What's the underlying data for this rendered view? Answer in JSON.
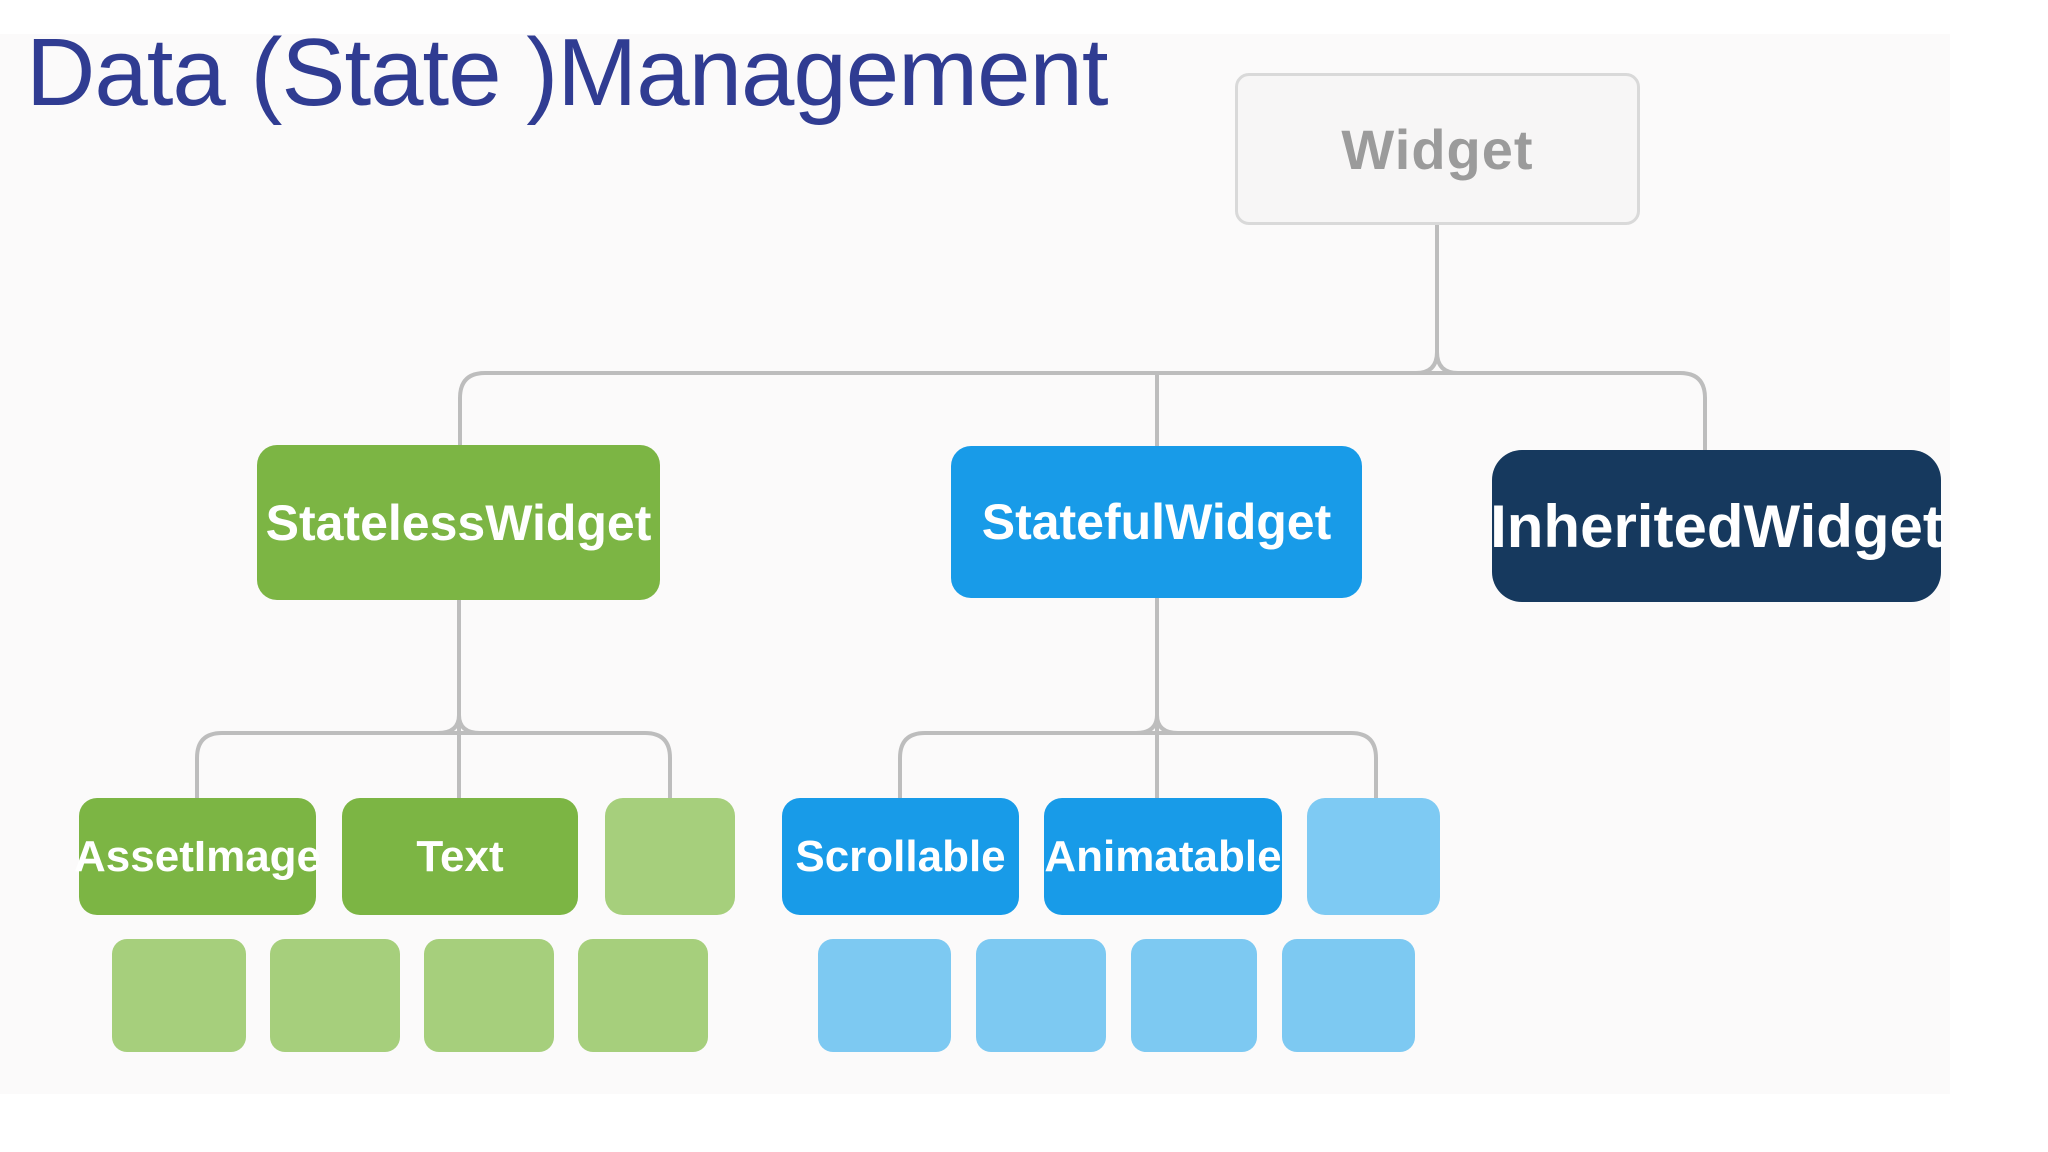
{
  "title": "Data (State )Management",
  "colors": {
    "title_text": "#303c92",
    "root_fill": "#f7f6f6",
    "root_border": "#d9d9d9",
    "root_text": "#9b9b9b",
    "green": "#7cb544",
    "green_light": "#a6cf7c",
    "blue": "#189be8",
    "blue_light": "#7dc9f2",
    "navy": "#16395e",
    "node_text": "#ffffff",
    "connector": "#bdbdbd",
    "slide_background": "#fbfafa"
  },
  "tree": {
    "root": {
      "label": "Widget"
    },
    "children": [
      {
        "label": "StatelessWidget",
        "children": [
          {
            "label": "AssetImage"
          },
          {
            "label": "Text"
          },
          {
            "label": ""
          }
        ],
        "unlabeled_boxes_below": 4
      },
      {
        "label": "StatefulWidget",
        "children": [
          {
            "label": "Scrollable"
          },
          {
            "label": "Animatable"
          },
          {
            "label": ""
          }
        ],
        "unlabeled_boxes_below": 4
      },
      {
        "label": "InheritedWidget",
        "children": [],
        "unlabeled_boxes_below": 0
      }
    ]
  }
}
